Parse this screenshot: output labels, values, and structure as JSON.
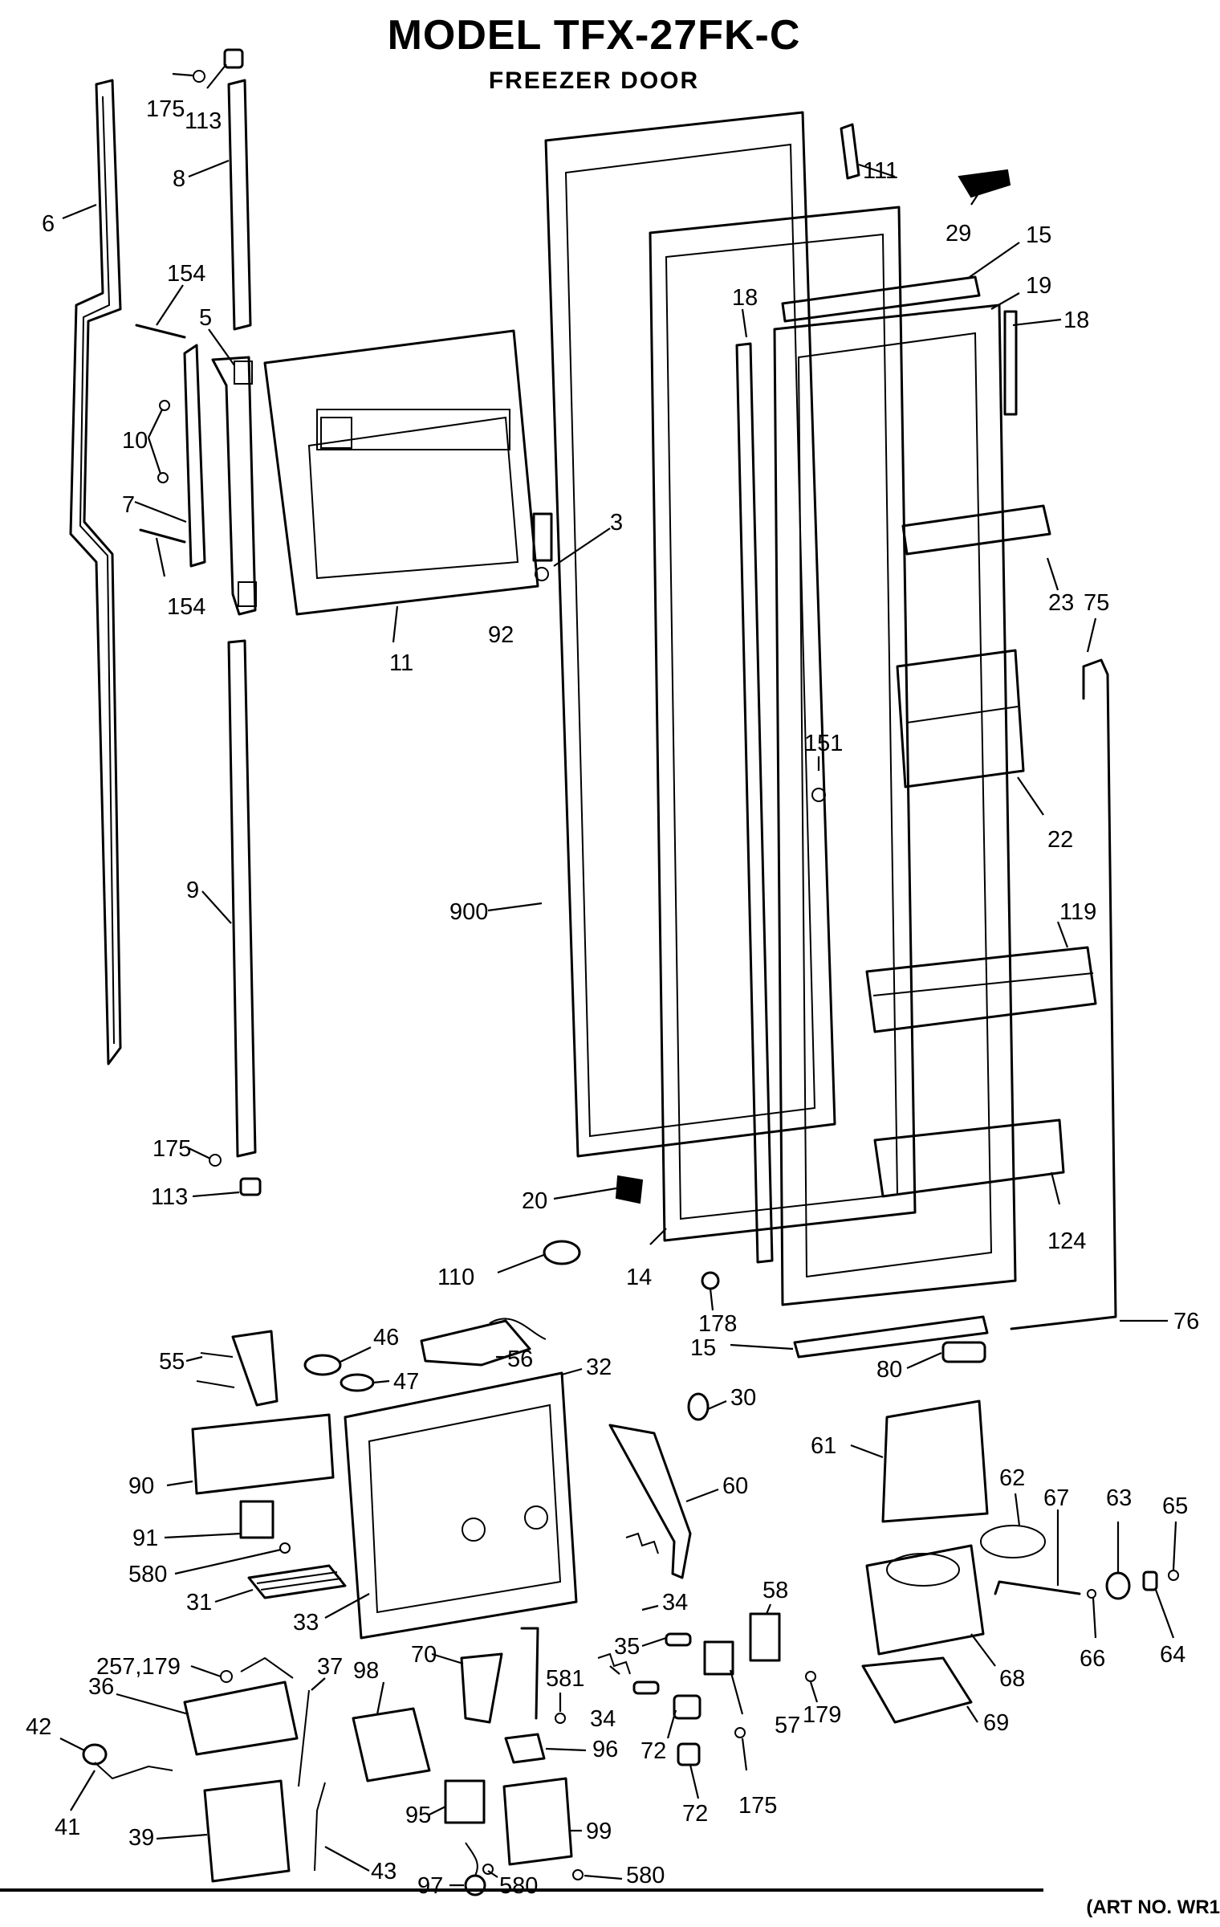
{
  "title": "MODEL TFX-27FK-C",
  "subtitle": "FREEZER DOOR",
  "art_number": "(ART NO. WR1",
  "callouts": [
    {
      "id": "c175a",
      "text": "175"
    },
    {
      "id": "c113a",
      "text": "113"
    },
    {
      "id": "c8",
      "text": "8"
    },
    {
      "id": "c6",
      "text": "6"
    },
    {
      "id": "c154a",
      "text": "154"
    },
    {
      "id": "c5",
      "text": "5"
    },
    {
      "id": "c10",
      "text": "10"
    },
    {
      "id": "c7",
      "text": "7"
    },
    {
      "id": "c154b",
      "text": "154"
    },
    {
      "id": "c11",
      "text": "11"
    },
    {
      "id": "c3",
      "text": "3"
    },
    {
      "id": "c92",
      "text": "92"
    },
    {
      "id": "c9",
      "text": "9"
    },
    {
      "id": "c175b",
      "text": "175"
    },
    {
      "id": "c113b",
      "text": "113"
    },
    {
      "id": "c900",
      "text": "900"
    },
    {
      "id": "c111",
      "text": "111"
    },
    {
      "id": "c29",
      "text": "29"
    },
    {
      "id": "c15a",
      "text": "15"
    },
    {
      "id": "c19",
      "text": "19"
    },
    {
      "id": "c18a",
      "text": "18"
    },
    {
      "id": "c18b",
      "text": "18"
    },
    {
      "id": "c23",
      "text": "23"
    },
    {
      "id": "c75",
      "text": "75"
    },
    {
      "id": "c151",
      "text": "151"
    },
    {
      "id": "c22",
      "text": "22"
    },
    {
      "id": "c119",
      "text": "119"
    },
    {
      "id": "c124",
      "text": "124"
    },
    {
      "id": "c20",
      "text": "20"
    },
    {
      "id": "c110",
      "text": "110"
    },
    {
      "id": "c14",
      "text": "14"
    },
    {
      "id": "c178",
      "text": "178"
    },
    {
      "id": "c15b",
      "text": "15"
    },
    {
      "id": "c80",
      "text": "80"
    },
    {
      "id": "c76",
      "text": "76"
    },
    {
      "id": "c55",
      "text": "55"
    },
    {
      "id": "c46",
      "text": "46"
    },
    {
      "id": "c47",
      "text": "47"
    },
    {
      "id": "c56",
      "text": "56"
    },
    {
      "id": "c32",
      "text": "32"
    },
    {
      "id": "c30",
      "text": "30"
    },
    {
      "id": "c90",
      "text": "90"
    },
    {
      "id": "c60",
      "text": "60"
    },
    {
      "id": "c61",
      "text": "61"
    },
    {
      "id": "c62",
      "text": "62"
    },
    {
      "id": "c67",
      "text": "67"
    },
    {
      "id": "c63",
      "text": "63"
    },
    {
      "id": "c65",
      "text": "65"
    },
    {
      "id": "c91",
      "text": "91"
    },
    {
      "id": "c580a",
      "text": "580"
    },
    {
      "id": "c31",
      "text": "31"
    },
    {
      "id": "c33",
      "text": "33"
    },
    {
      "id": "c34a",
      "text": "34"
    },
    {
      "id": "c58",
      "text": "58"
    },
    {
      "id": "c66",
      "text": "66"
    },
    {
      "id": "c64",
      "text": "64"
    },
    {
      "id": "c35",
      "text": "35"
    },
    {
      "id": "c68",
      "text": "68"
    },
    {
      "id": "c257",
      "text": "257,179"
    },
    {
      "id": "c37",
      "text": "37"
    },
    {
      "id": "c98",
      "text": "98"
    },
    {
      "id": "c70",
      "text": "70"
    },
    {
      "id": "c581",
      "text": "581"
    },
    {
      "id": "c34b",
      "text": "34"
    },
    {
      "id": "c57",
      "text": "57"
    },
    {
      "id": "c179",
      "text": "179"
    },
    {
      "id": "c36",
      "text": "36"
    },
    {
      "id": "c42",
      "text": "42"
    },
    {
      "id": "c96",
      "text": "96"
    },
    {
      "id": "c72a",
      "text": "72"
    },
    {
      "id": "c175c",
      "text": "175"
    },
    {
      "id": "c69",
      "text": "69"
    },
    {
      "id": "c72b",
      "text": "72"
    },
    {
      "id": "c41",
      "text": "41"
    },
    {
      "id": "c39",
      "text": "39"
    },
    {
      "id": "c95",
      "text": "95"
    },
    {
      "id": "c99",
      "text": "99"
    },
    {
      "id": "c43",
      "text": "43"
    },
    {
      "id": "c97",
      "text": "97"
    },
    {
      "id": "c580b",
      "text": "580"
    },
    {
      "id": "c580c",
      "text": "580"
    }
  ]
}
